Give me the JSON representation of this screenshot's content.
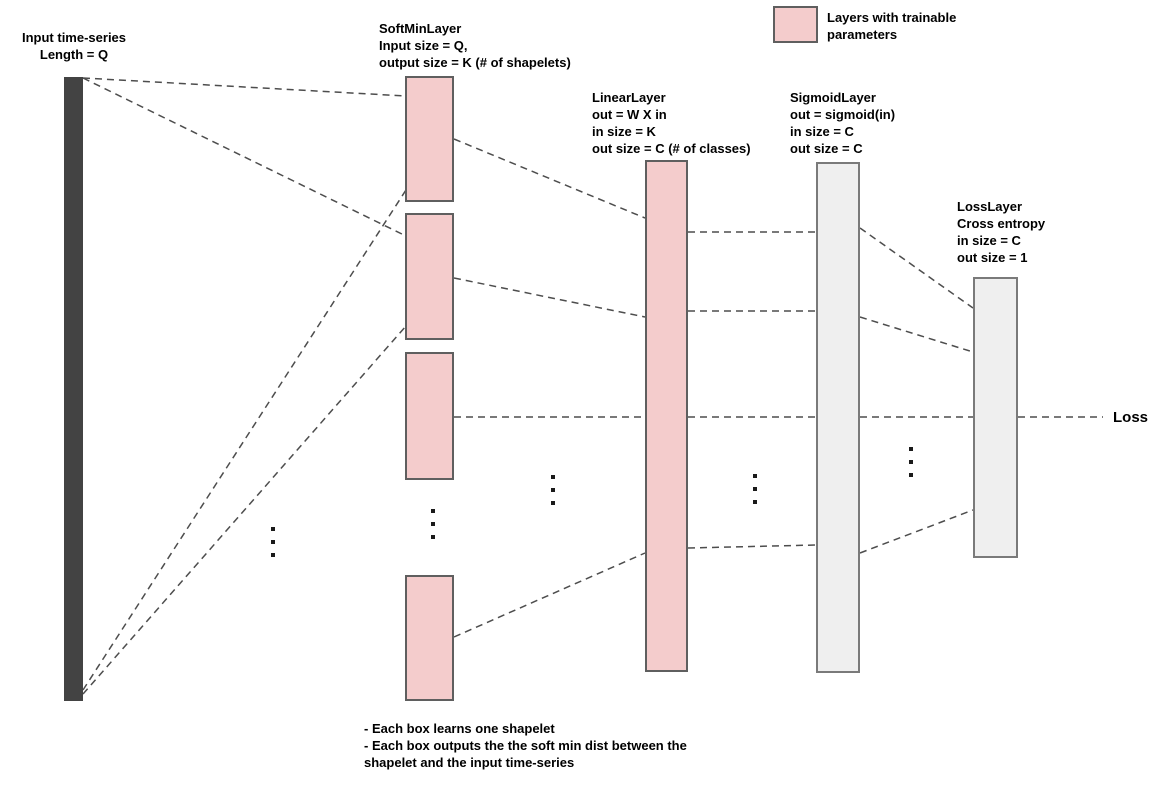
{
  "labels": {
    "input": {
      "lines": [
        "Input time-series",
        "Length = Q"
      ]
    },
    "softmin": {
      "lines": [
        "SoftMinLayer",
        "Input size = Q,",
        "output size = K (# of shapelets)"
      ]
    },
    "linear": {
      "lines": [
        "LinearLayer",
        "out = W X in",
        "in size = K",
        "out size = C (# of classes)"
      ]
    },
    "sigmoid": {
      "lines": [
        "SigmoidLayer",
        "out = sigmoid(in)",
        "in size = C",
        "out size = C"
      ]
    },
    "loss_layer": {
      "lines": [
        "LossLayer",
        "Cross entropy",
        "in size = C",
        "out size = 1"
      ]
    },
    "loss_output": "Loss",
    "legend": {
      "lines": [
        "Layers with trainable",
        "parameters"
      ]
    },
    "notes": {
      "lines": [
        "- Each box learns one shapelet",
        "- Each box outputs the the soft min dist between the",
        "shapelet and the input time-series"
      ]
    }
  },
  "colors": {
    "trainable_fill": "#f4cccc",
    "trainable_border": "#5f5f5f",
    "plain_fill": "#efefef",
    "plain_border": "#7a7a7a",
    "input_bar": "#434343",
    "connector": "#4d4d4d",
    "text": "#000000"
  },
  "diagram": {
    "connections": [
      [
        83,
        78,
        406,
        96
      ],
      [
        83,
        78,
        406,
        236
      ],
      [
        83,
        690,
        406,
        190
      ],
      [
        83,
        694,
        406,
        326
      ],
      [
        454,
        139,
        645,
        218
      ],
      [
        454,
        278,
        645,
        317
      ],
      [
        454,
        417,
        645,
        417
      ],
      [
        454,
        637,
        645,
        553
      ],
      [
        688,
        232,
        816,
        232
      ],
      [
        688,
        311,
        816,
        311
      ],
      [
        688,
        417,
        816,
        417
      ],
      [
        688,
        548,
        816,
        545
      ],
      [
        860,
        228,
        973,
        308
      ],
      [
        860,
        317,
        973,
        352
      ],
      [
        860,
        417,
        973,
        417
      ],
      [
        860,
        553,
        973,
        510
      ],
      [
        1018,
        417,
        1103,
        417
      ]
    ],
    "ellipses": [
      [
        273,
        542
      ],
      [
        433,
        524
      ],
      [
        553,
        490
      ],
      [
        755,
        489
      ],
      [
        911,
        462
      ]
    ]
  }
}
